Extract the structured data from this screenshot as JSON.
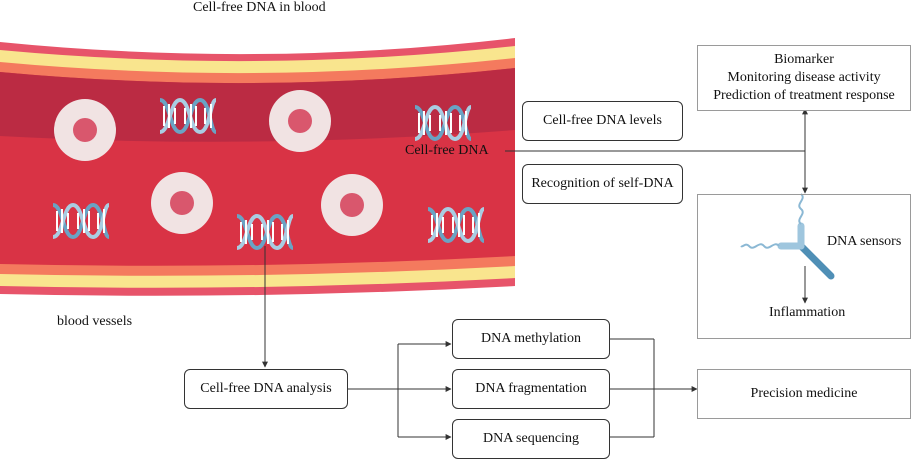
{
  "title": "Cell-free DNA in blood",
  "vessel_label": "blood vessels",
  "cfdna_label": "Cell-free DNA",
  "levels_box": "Cell-free DNA levels",
  "recognition_box": "Recognition of self-DNA",
  "biomarker": {
    "line1": "Biomarker",
    "line2": "Monitoring disease activity",
    "line3": "Prediction of treatment response"
  },
  "sensors": {
    "label": "DNA sensors",
    "outcome": "Inflammation"
  },
  "analysis_box": "Cell-free DNA analysis",
  "methods": [
    "DNA methylation",
    "DNA fragmentation",
    "DNA sequencing"
  ],
  "precision_box": "Precision medicine",
  "colors": {
    "vessel_outer": "#e7546a",
    "vessel_yellow": "#f9e58e",
    "vessel_orange": "#f47a5e",
    "vessel_lumen": "#d93345",
    "vessel_lumen_dark": "#b52a43",
    "cell_outer": "#f1e3e3",
    "cell_nucleus": "#d9576d",
    "dna_blue": "#6aa3c4",
    "dna_light": "#a9cde2",
    "sensor_blue": "#4f8fb6",
    "line": "#333333"
  }
}
